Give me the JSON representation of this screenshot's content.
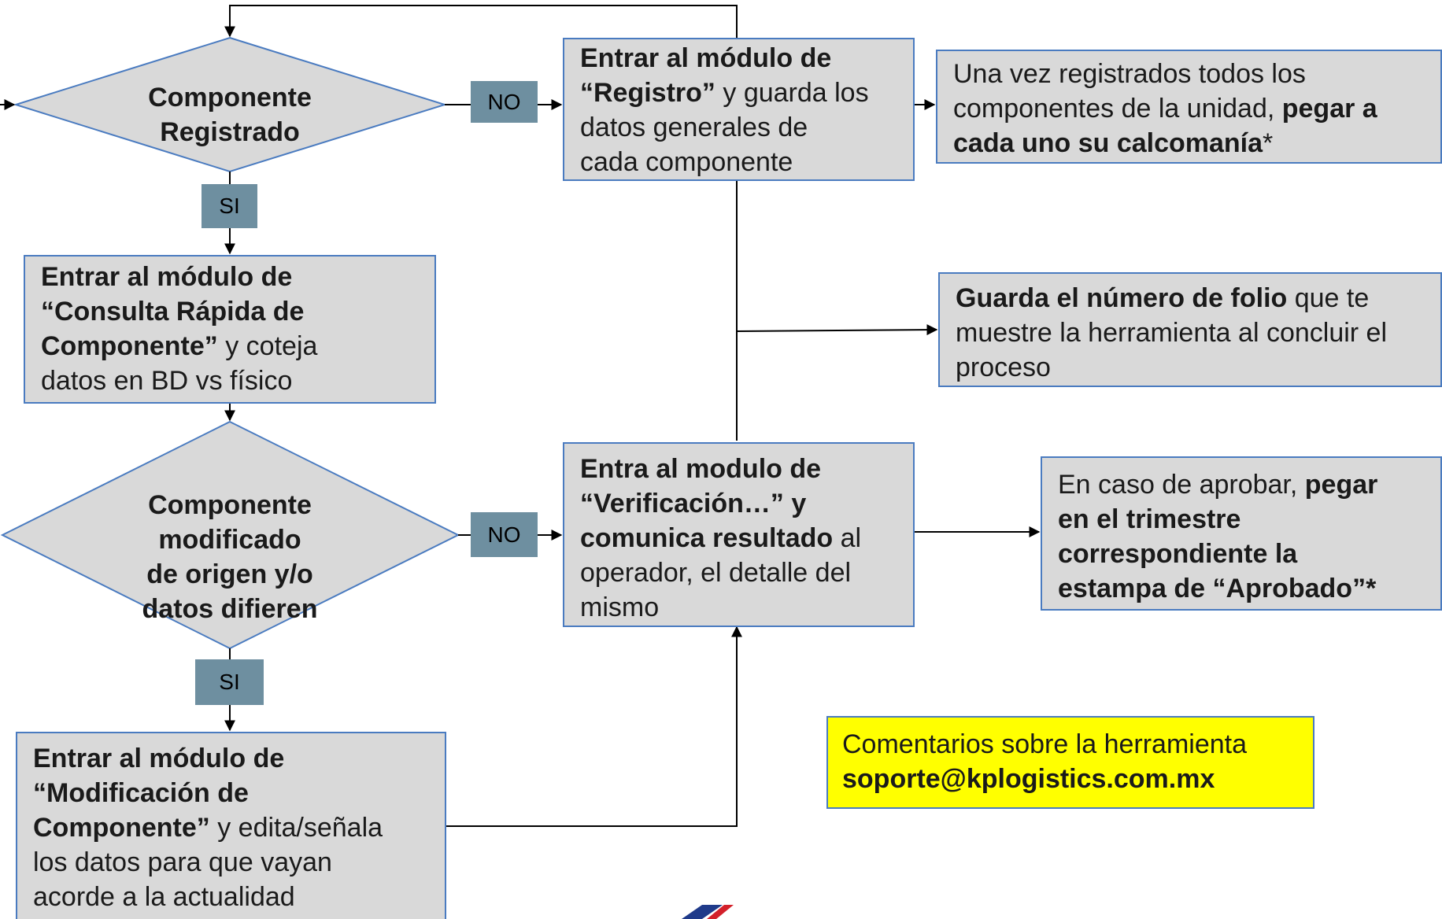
{
  "decision_1": {
    "line1": "Componente",
    "line2": "Registrado"
  },
  "decision_2": {
    "line1": "Componente",
    "line2": "modificado",
    "line3": "de origen y/o",
    "line4": "datos difieren"
  },
  "labels": {
    "no_1": "NO",
    "si_1": "SI",
    "no_2": "NO",
    "si_2": "SI"
  },
  "boxes": {
    "registro": {
      "b1": "Entrar al módulo de",
      "b2": "“Registro”",
      "t2": " y guarda los",
      "t3": "datos generales de",
      "t4": "cada componente"
    },
    "calcomania": {
      "t1": "Una vez registrados todos los",
      "t2": "componentes de la unidad, ",
      "b2": "pegar a",
      "b3": "cada uno su calcomanía",
      "t3": "*"
    },
    "folio": {
      "b1": "Guarda el número de folio",
      "t1": " que te",
      "t2": "muestre la herramienta al concluir el",
      "t3": "proceso"
    },
    "consulta": {
      "b1": "Entrar al módulo de",
      "b2": "“Consulta Rápida de",
      "b3": "Componente”",
      "t3": " y coteja",
      "t4": "datos en BD vs físico"
    },
    "verificacion": {
      "b1": "Entra al modulo de",
      "b2": "“Verificación…” y",
      "b3": "comunica resultado",
      "t3": " al",
      "t4": "operador, el detalle del",
      "t5": "mismo"
    },
    "aprobar": {
      "t1": "En caso de aprobar, ",
      "b1": "pegar",
      "b2": "en el trimestre",
      "b3": "correspondiente la",
      "b4": "estampa de “Aprobado”*"
    },
    "modificacion": {
      "b1": "Entrar al módulo de",
      "b2": "“Modificación de",
      "b3": "Componente”",
      "t3": " y edita/señala",
      "t4": "los datos para que vayan",
      "t5": "acorde a la actualidad"
    }
  },
  "note": {
    "line1": "Comentarios sobre la herramienta",
    "line2": "soporte@kplogistics.com.mx"
  },
  "colors": {
    "box_fill": "#d9d9d9",
    "border": "#4a7bc0",
    "label_fill": "#6e8fa0",
    "note_fill": "#ffff00",
    "logo_blue": "#1f3a8a",
    "logo_red": "#d3202a"
  }
}
